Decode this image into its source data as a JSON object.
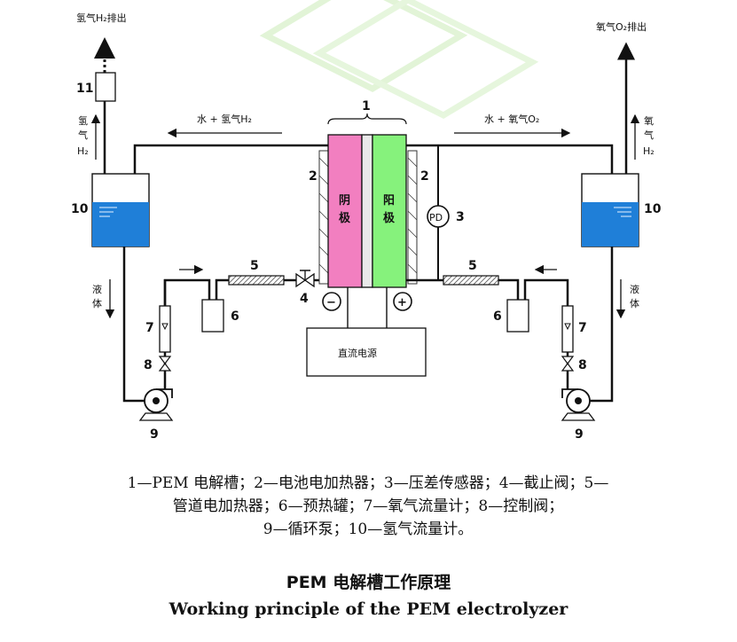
{
  "labels": {
    "h2_exhaust": "氢气H₂排出",
    "o2_exhaust": "氧气O₂排出",
    "water_h2": "水 + 氢气H₂",
    "water_o2": "水 + 氧气O₂",
    "h2_vertical_left": [
      "氢",
      "气",
      "H₂"
    ],
    "o2_vertical_right": [
      "氧",
      "气",
      "H₂"
    ],
    "liquid": [
      "液",
      "体"
    ],
    "cathode": [
      "阴",
      "极"
    ],
    "anode": [
      "阳",
      "极"
    ],
    "dc_power": "直流电源",
    "pd": "PD",
    "minus": "−",
    "plus": "+",
    "numbers": {
      "n1": "1",
      "n2": "2",
      "n3": "3",
      "n4": "4",
      "n5": "5",
      "n6": "6",
      "n7": "7",
      "n8": "8",
      "n9": "9",
      "n10": "10",
      "n11": "11"
    }
  },
  "caption": {
    "line1": "1—PEM 电解槽；2—电池电加热器；3—压差传感器；4—截止阀；5—",
    "line2": "管道电加热器；6—预热罐；7—氧气流量计；8—控制阀；",
    "line3": "9—循环泵；10—氢气流量计。"
  },
  "title_zh": "PEM 电解槽工作原理",
  "title_en": "Working principle of the PEM electrolyzer",
  "colors": {
    "cathode": "#f27fc0",
    "anode": "#86f27c",
    "water": "#1f7fd8",
    "line": "#111111",
    "watermark": "#d9f2cc"
  }
}
